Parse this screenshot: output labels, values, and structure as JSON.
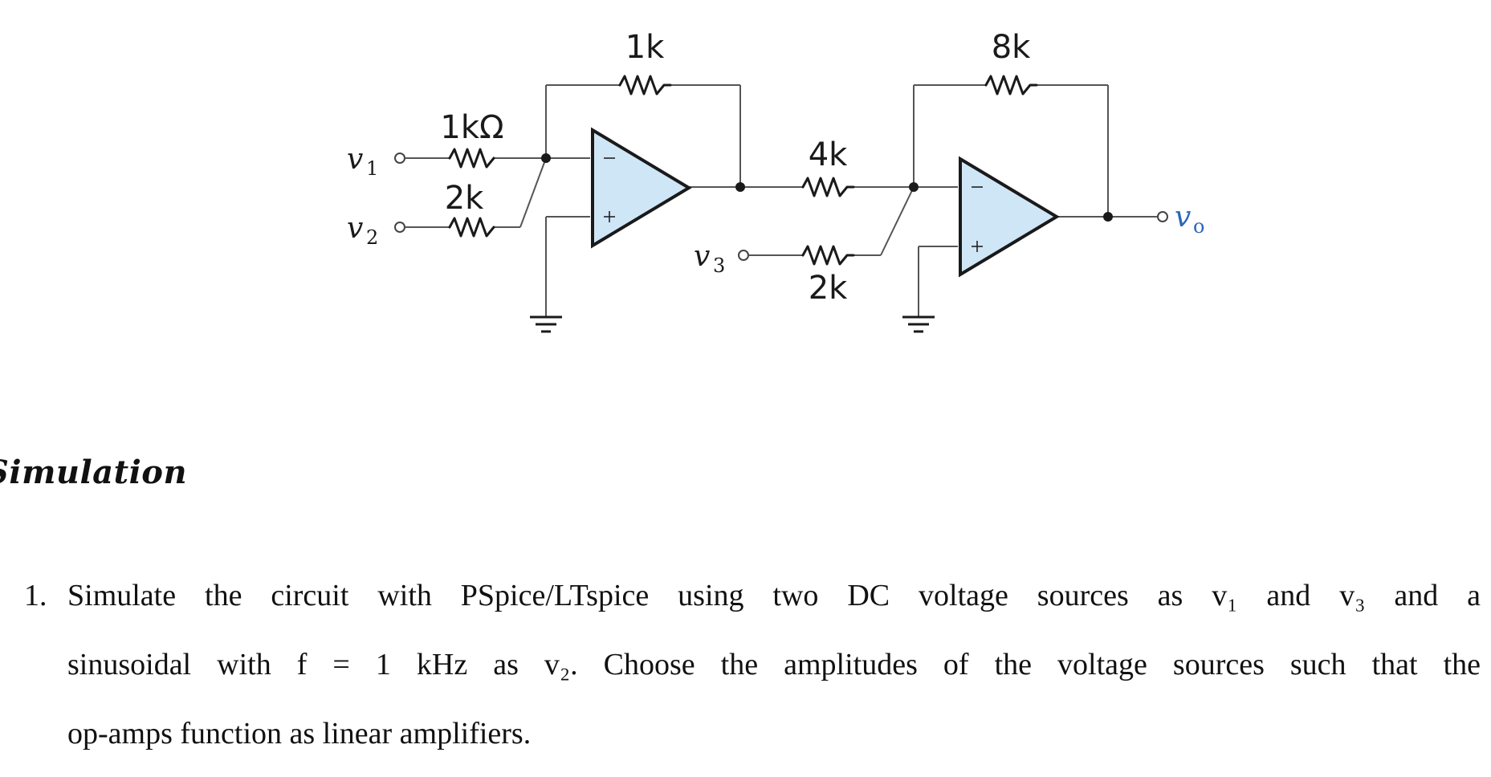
{
  "circuit": {
    "labels": {
      "r_in1": "1kΩ",
      "r_in2": "2k",
      "r_f1": "1k",
      "r_mid": "4k",
      "r_in3": "2k",
      "r_f2": "8k"
    },
    "terminals": {
      "v1": {
        "var": "v",
        "sub": "1"
      },
      "v2": {
        "var": "v",
        "sub": "2"
      },
      "v3": {
        "var": "v",
        "sub": "3"
      },
      "vo": {
        "var": "v",
        "sub": "o"
      }
    },
    "opamp_signs": {
      "minus": "−",
      "plus": "+"
    },
    "colors": {
      "opamp_fill": "#cfe6f7",
      "output_label": "#2f66b8"
    }
  },
  "section": {
    "heading": "Simulation"
  },
  "problem": {
    "number": "1.",
    "line1": "Simulate the circuit with PSpice/LTspice using two DC voltage sources as v₁ and v₃ and a",
    "line2": "sinusoidal with f = 1 kHz as v₂. Choose the amplitudes of the voltage sources such that the",
    "line3": "op-amps function as linear amplifiers."
  }
}
